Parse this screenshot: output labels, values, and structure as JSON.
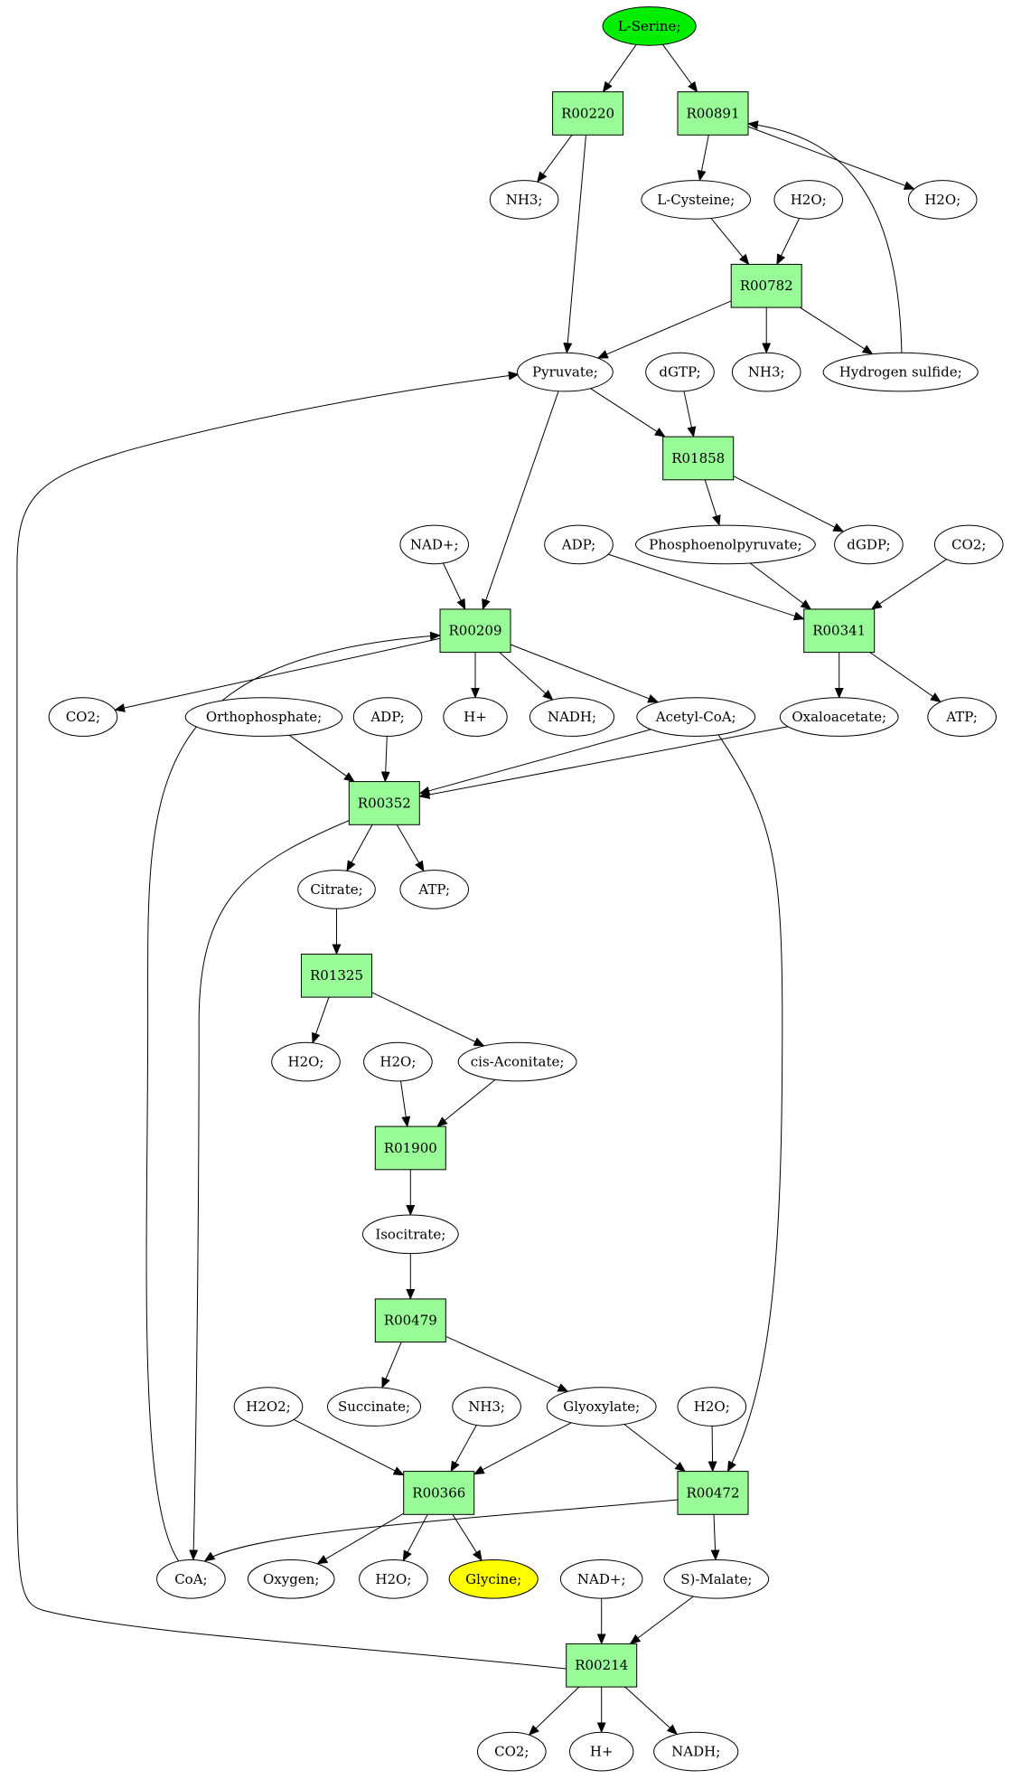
{
  "colors": {
    "reaction_fill": "#98fb98",
    "start_fill": "#00ee00",
    "target_fill": "#ffff00",
    "compound_fill": "#ffffff",
    "stroke": "#000000"
  },
  "nodes": [
    {
      "id": "lserine",
      "label": "L-Serine;",
      "kind": "start"
    },
    {
      "id": "r00220",
      "label": "R00220",
      "kind": "reaction"
    },
    {
      "id": "r00891",
      "label": "R00891",
      "kind": "reaction"
    },
    {
      "id": "nh3_a",
      "label": "NH3;",
      "kind": "compound"
    },
    {
      "id": "lcysteine",
      "label": "L-Cysteine;",
      "kind": "compound"
    },
    {
      "id": "h2o_a",
      "label": "H2O;",
      "kind": "compound"
    },
    {
      "id": "h2o_b",
      "label": "H2O;",
      "kind": "compound"
    },
    {
      "id": "r00782",
      "label": "R00782",
      "kind": "reaction"
    },
    {
      "id": "pyruvate",
      "label": "Pyruvate;",
      "kind": "compound"
    },
    {
      "id": "dgtp",
      "label": "dGTP;",
      "kind": "compound"
    },
    {
      "id": "nh3_b",
      "label": "NH3;",
      "kind": "compound"
    },
    {
      "id": "h2s",
      "label": "Hydrogen sulfide;",
      "kind": "compound"
    },
    {
      "id": "r01858",
      "label": "R01858",
      "kind": "reaction"
    },
    {
      "id": "nadplus_a",
      "label": "NAD+;",
      "kind": "compound"
    },
    {
      "id": "adp_a",
      "label": "ADP;",
      "kind": "compound"
    },
    {
      "id": "pep",
      "label": "Phosphoenolpyruvate;",
      "kind": "compound"
    },
    {
      "id": "dgdp",
      "label": "dGDP;",
      "kind": "compound"
    },
    {
      "id": "co2_a",
      "label": "CO2;",
      "kind": "compound"
    },
    {
      "id": "r00209",
      "label": "R00209",
      "kind": "reaction"
    },
    {
      "id": "r00341",
      "label": "R00341",
      "kind": "reaction"
    },
    {
      "id": "co2_b",
      "label": "CO2;",
      "kind": "compound"
    },
    {
      "id": "orthophosphate",
      "label": "Orthophosphate;",
      "kind": "compound"
    },
    {
      "id": "adp_b",
      "label": "ADP;",
      "kind": "compound"
    },
    {
      "id": "hplus_a",
      "label": "H+",
      "kind": "compound"
    },
    {
      "id": "nadh_a",
      "label": "NADH;",
      "kind": "compound"
    },
    {
      "id": "acetylcoa",
      "label": "Acetyl-CoA;",
      "kind": "compound"
    },
    {
      "id": "oxaloacetate",
      "label": "Oxaloacetate;",
      "kind": "compound"
    },
    {
      "id": "atp_a",
      "label": "ATP;",
      "kind": "compound"
    },
    {
      "id": "r00352",
      "label": "R00352",
      "kind": "reaction"
    },
    {
      "id": "citrate",
      "label": "Citrate;",
      "kind": "compound"
    },
    {
      "id": "atp_b",
      "label": "ATP;",
      "kind": "compound"
    },
    {
      "id": "r01325",
      "label": "R01325",
      "kind": "reaction"
    },
    {
      "id": "h2o_c",
      "label": "H2O;",
      "kind": "compound"
    },
    {
      "id": "h2o_d",
      "label": "H2O;",
      "kind": "compound"
    },
    {
      "id": "cisaconitate",
      "label": "cis-Aconitate;",
      "kind": "compound"
    },
    {
      "id": "r01900",
      "label": "R01900",
      "kind": "reaction"
    },
    {
      "id": "isocitrate",
      "label": "Isocitrate;",
      "kind": "compound"
    },
    {
      "id": "r00479",
      "label": "R00479",
      "kind": "reaction"
    },
    {
      "id": "h2o2",
      "label": "H2O2;",
      "kind": "compound"
    },
    {
      "id": "succinate",
      "label": "Succinate;",
      "kind": "compound"
    },
    {
      "id": "nh3_c",
      "label": "NH3;",
      "kind": "compound"
    },
    {
      "id": "glyoxylate",
      "label": "Glyoxylate;",
      "kind": "compound"
    },
    {
      "id": "h2o_e",
      "label": "H2O;",
      "kind": "compound"
    },
    {
      "id": "r00366",
      "label": "R00366",
      "kind": "reaction"
    },
    {
      "id": "r00472",
      "label": "R00472",
      "kind": "reaction"
    },
    {
      "id": "coa",
      "label": "CoA;",
      "kind": "compound"
    },
    {
      "id": "oxygen",
      "label": "Oxygen;",
      "kind": "compound"
    },
    {
      "id": "h2o_f",
      "label": "H2O;",
      "kind": "compound"
    },
    {
      "id": "glycine",
      "label": "Glycine;",
      "kind": "target"
    },
    {
      "id": "nadplus_b",
      "label": "NAD+;",
      "kind": "compound"
    },
    {
      "id": "smalate",
      "label": "S)-Malate;",
      "kind": "compound"
    },
    {
      "id": "r00214",
      "label": "R00214",
      "kind": "reaction"
    },
    {
      "id": "co2_c",
      "label": "CO2;",
      "kind": "compound"
    },
    {
      "id": "hplus_b",
      "label": "H+",
      "kind": "compound"
    },
    {
      "id": "nadh_b",
      "label": "NADH;",
      "kind": "compound"
    }
  ],
  "edges": [
    [
      "lserine",
      "r00220"
    ],
    [
      "lserine",
      "r00891"
    ],
    [
      "r00220",
      "nh3_a"
    ],
    [
      "r00220",
      "pyruvate"
    ],
    [
      "r00891",
      "lcysteine"
    ],
    [
      "r00891",
      "h2o_b"
    ],
    [
      "h2s",
      "r00891"
    ],
    [
      "lcysteine",
      "r00782"
    ],
    [
      "h2o_a",
      "r00782"
    ],
    [
      "r00782",
      "pyruvate"
    ],
    [
      "r00782",
      "nh3_b"
    ],
    [
      "r00782",
      "h2s"
    ],
    [
      "pyruvate",
      "r01858"
    ],
    [
      "dgtp",
      "r01858"
    ],
    [
      "r01858",
      "pep"
    ],
    [
      "r01858",
      "dgdp"
    ],
    [
      "pyruvate",
      "r00209"
    ],
    [
      "nadplus_a",
      "r00209"
    ],
    [
      "adp_a",
      "r00341"
    ],
    [
      "pep",
      "r00341"
    ],
    [
      "co2_a",
      "r00341"
    ],
    [
      "r00209",
      "co2_b"
    ],
    [
      "r00209",
      "hplus_a"
    ],
    [
      "r00209",
      "nadh_a"
    ],
    [
      "r00209",
      "acetylcoa"
    ],
    [
      "coa",
      "r00209"
    ],
    [
      "r00341",
      "oxaloacetate"
    ],
    [
      "r00341",
      "atp_a"
    ],
    [
      "orthophosphate",
      "r00352"
    ],
    [
      "adp_b",
      "r00352"
    ],
    [
      "acetylcoa",
      "r00352"
    ],
    [
      "oxaloacetate",
      "r00352"
    ],
    [
      "r00352",
      "citrate"
    ],
    [
      "r00352",
      "atp_b"
    ],
    [
      "r00352",
      "coa"
    ],
    [
      "citrate",
      "r01325"
    ],
    [
      "r01325",
      "h2o_c"
    ],
    [
      "r01325",
      "cisaconitate"
    ],
    [
      "h2o_d",
      "r01900"
    ],
    [
      "cisaconitate",
      "r01900"
    ],
    [
      "r01900",
      "isocitrate"
    ],
    [
      "isocitrate",
      "r00479"
    ],
    [
      "r00479",
      "succinate"
    ],
    [
      "r00479",
      "glyoxylate"
    ],
    [
      "h2o2",
      "r00366"
    ],
    [
      "nh3_c",
      "r00366"
    ],
    [
      "glyoxylate",
      "r00366"
    ],
    [
      "glyoxylate",
      "r00472"
    ],
    [
      "h2o_e",
      "r00472"
    ],
    [
      "acetylcoa",
      "r00472"
    ],
    [
      "r00366",
      "oxygen"
    ],
    [
      "r00366",
      "h2o_f"
    ],
    [
      "r00366",
      "glycine"
    ],
    [
      "r00472",
      "coa"
    ],
    [
      "r00472",
      "smalate"
    ],
    [
      "nadplus_b",
      "r00214"
    ],
    [
      "smalate",
      "r00214"
    ],
    [
      "r00214",
      "co2_c"
    ],
    [
      "r00214",
      "hplus_b"
    ],
    [
      "r00214",
      "nadh_b"
    ],
    [
      "r00214",
      "pyruvate"
    ]
  ]
}
